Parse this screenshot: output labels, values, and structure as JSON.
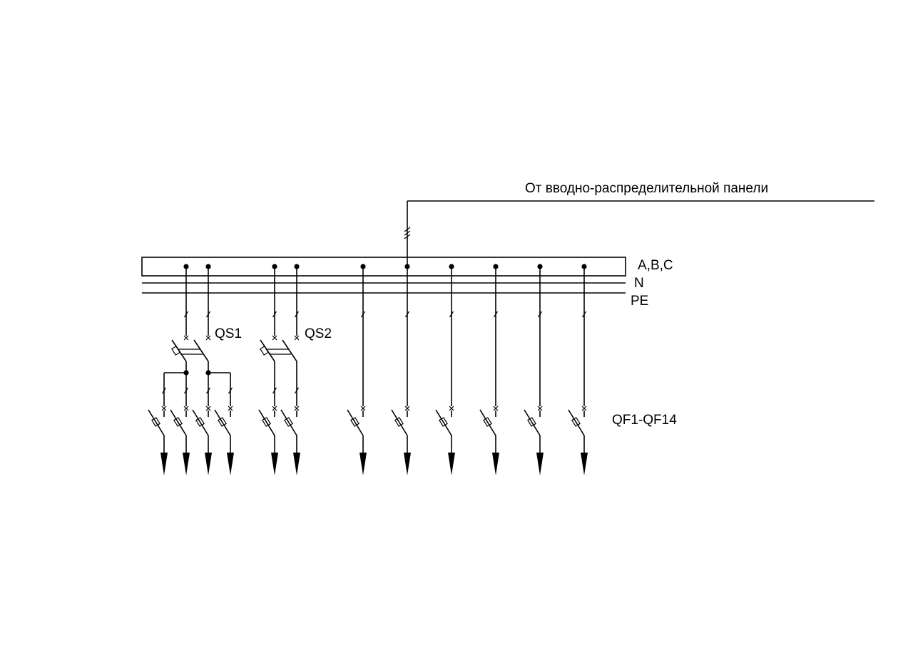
{
  "labels": {
    "source": "От вводно-распределительной панели",
    "bus_phases": "A,B,C",
    "bus_neutral": "N",
    "bus_pe": "PE",
    "switch1": "QS1",
    "switch2": "QS2",
    "breakers": "QF1-QF14"
  },
  "colors": {
    "line": "#000000",
    "background": "#ffffff"
  }
}
